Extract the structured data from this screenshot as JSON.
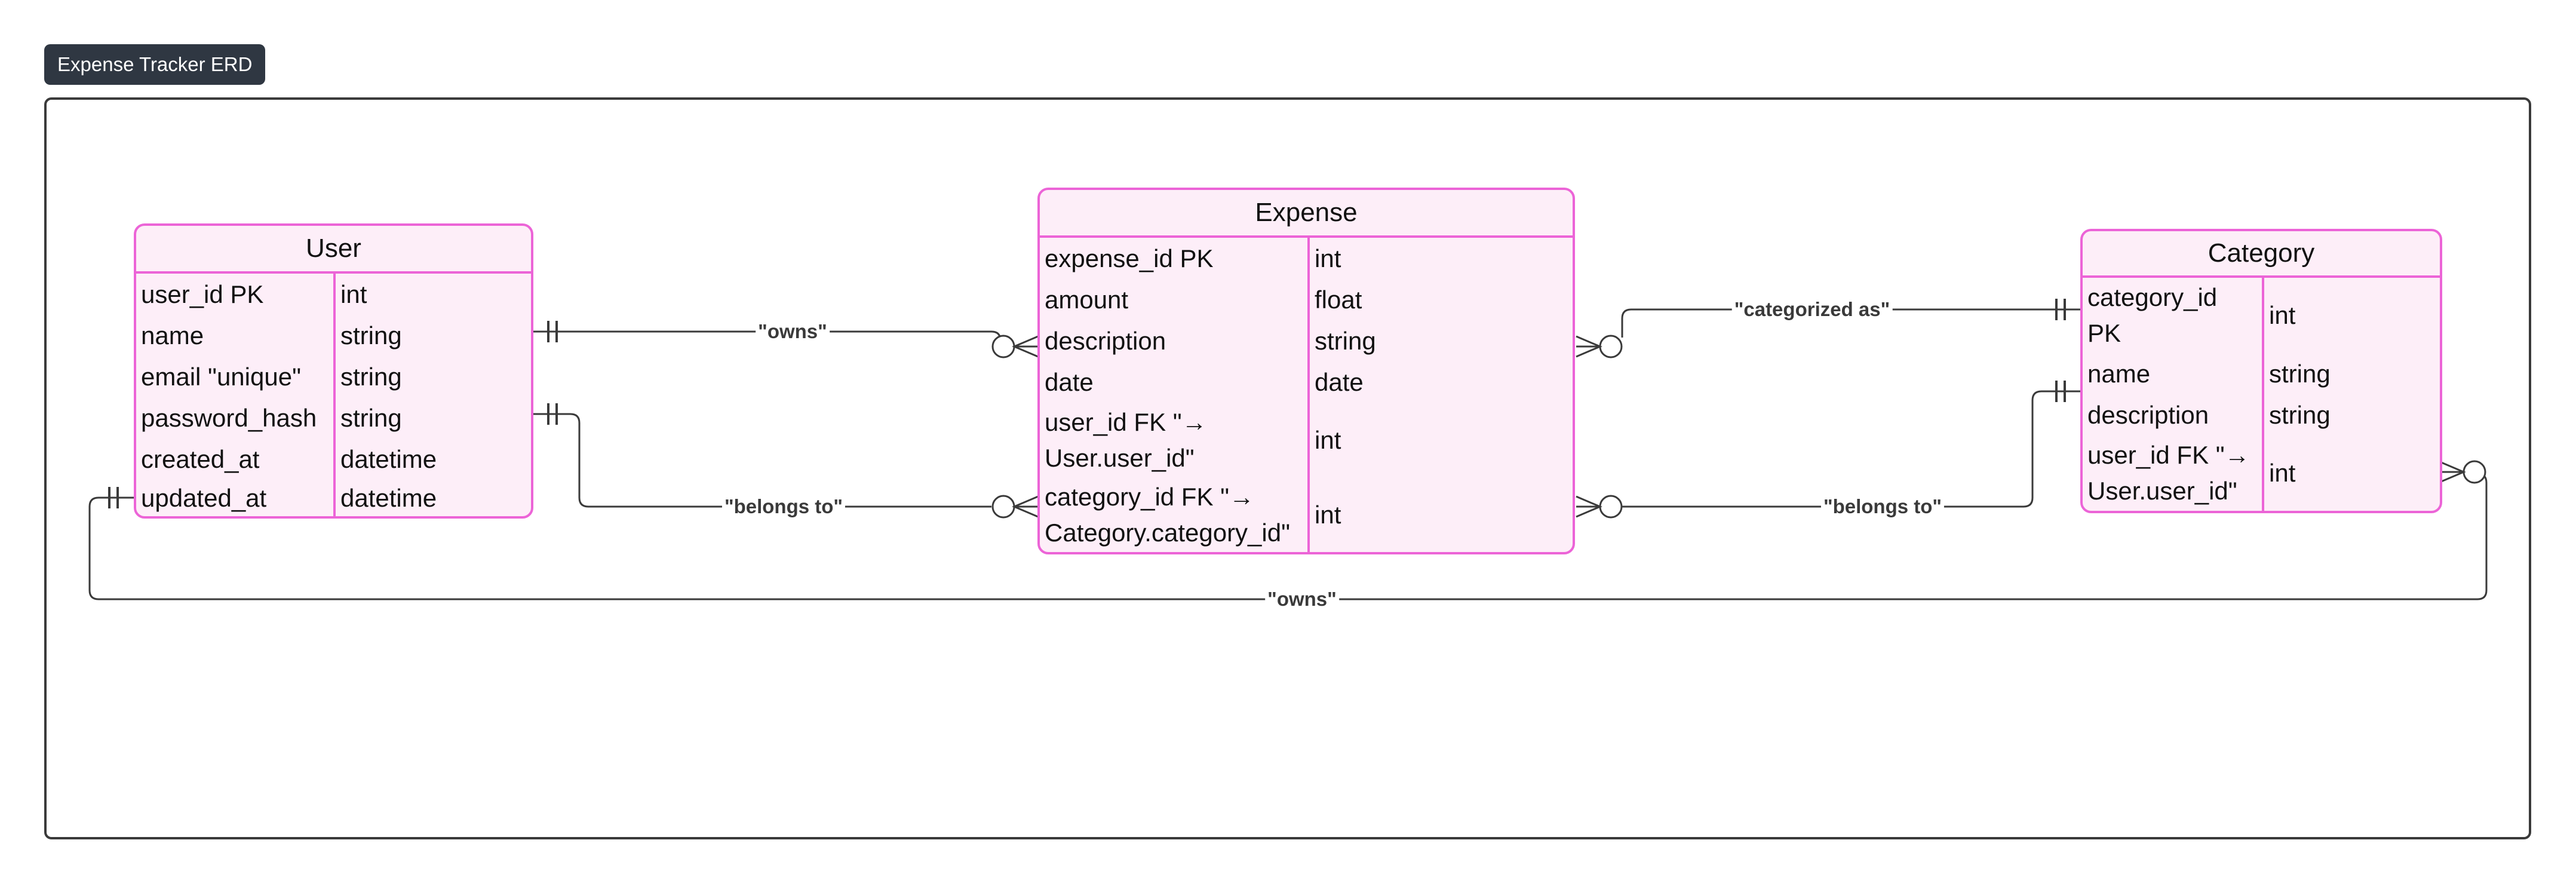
{
  "diagram": {
    "title": "Expense Tracker ERD",
    "entities": {
      "user": {
        "name": "User",
        "rows": [
          {
            "name": "user_id PK",
            "type": "int"
          },
          {
            "name": "name",
            "type": "string"
          },
          {
            "name": "email \"unique\"",
            "type": "string"
          },
          {
            "name": "password_hash",
            "type": "string"
          },
          {
            "name": "created_at",
            "type": "datetime"
          },
          {
            "name": "updated_at",
            "type": "datetime"
          }
        ]
      },
      "expense": {
        "name": "Expense",
        "rows": [
          {
            "name": "expense_id PK",
            "type": "int"
          },
          {
            "name": "amount",
            "type": "float"
          },
          {
            "name": "description",
            "type": "string"
          },
          {
            "name": "date",
            "type": "date"
          },
          {
            "name": "user_id FK \"→\nUser.user_id\"",
            "type": "int"
          },
          {
            "name": "category_id FK \"→\nCategory.category_id\"",
            "type": "int"
          }
        ]
      },
      "category": {
        "name": "Category",
        "rows": [
          {
            "name": "category_id\nPK",
            "type": "int"
          },
          {
            "name": "name",
            "type": "string"
          },
          {
            "name": "description",
            "type": "string"
          },
          {
            "name": "user_id FK \"→\nUser.user_id\"",
            "type": "int"
          }
        ]
      }
    },
    "relationships": [
      {
        "label": "\"owns\"",
        "from": "User",
        "to": "Expense",
        "from_cardinality": "exactly-one",
        "to_cardinality": "zero-or-many"
      },
      {
        "label": "\"belongs to\"",
        "from": "User",
        "to": "Expense",
        "from_cardinality": "exactly-one",
        "to_cardinality": "zero-or-many"
      },
      {
        "label": "\"categorized as\"",
        "from": "Category",
        "to": "Expense",
        "from_cardinality": "exactly-one",
        "to_cardinality": "zero-or-many"
      },
      {
        "label": "\"belongs to\"",
        "from": "Category",
        "to": "Expense",
        "from_cardinality": "exactly-one",
        "to_cardinality": "zero-or-many"
      },
      {
        "label": "\"owns\"",
        "from": "User",
        "to": "Category",
        "from_cardinality": "exactly-one",
        "to_cardinality": "zero-or-many"
      }
    ],
    "colors": {
      "entity_border": "#ec64d7",
      "entity_fill": "#fdeef8",
      "edge": "#3a3a3a",
      "title_chip": "#2f3742"
    }
  }
}
